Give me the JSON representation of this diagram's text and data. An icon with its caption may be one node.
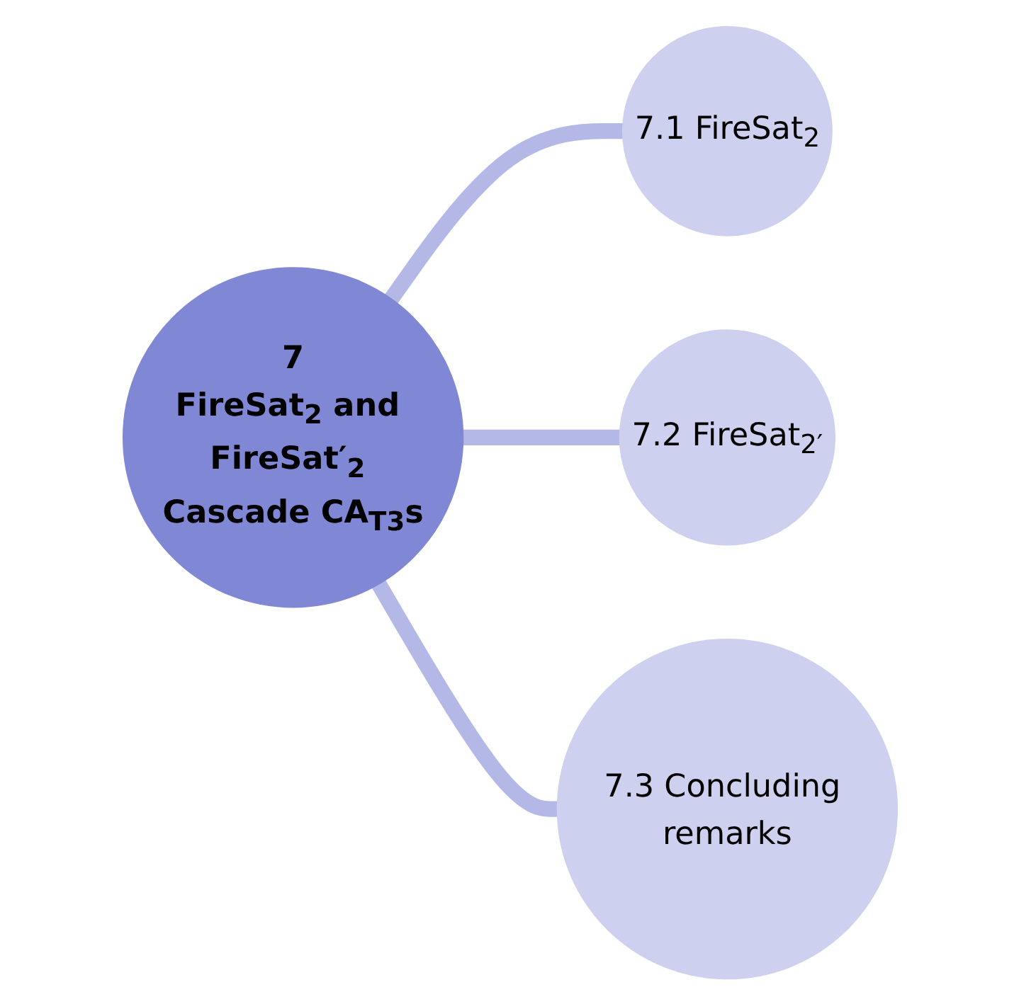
{
  "diagram": {
    "nodes": [
      {
        "text": [
          "7",
          "FireSat$_{2}$ and FireSat′$_{2}$ Cascade CA$_{T3}$s"
        ]
      },
      {
        "text": [
          "7.1 FireSat$_{2}$"
        ]
      },
      {
        "text": [
          "7.2 FireSat$_{2′}$"
        ]
      },
      {
        "text": [
          "7.3 Concluding remarks"
        ]
      }
    ],
    "edges": [
      {
        "from": 0,
        "to": 1,
        "arrow": "none"
      },
      {
        "from": 0,
        "to": 2,
        "arrow": "none"
      },
      {
        "from": 0,
        "to": 3,
        "arrow": "none"
      }
    ]
  }
}
